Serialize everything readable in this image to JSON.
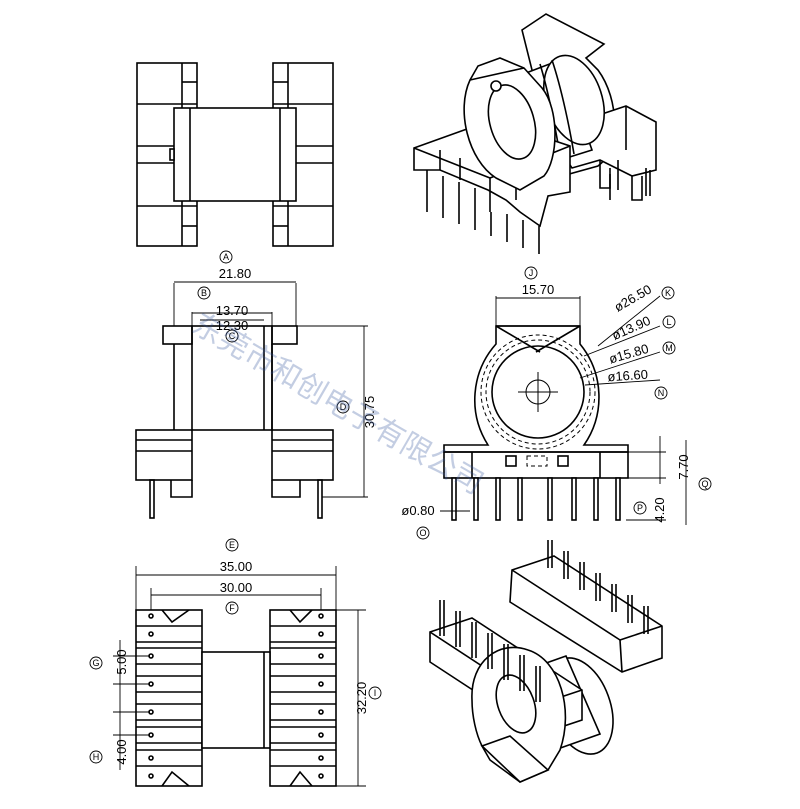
{
  "dimensions": {
    "width_21_80": "21.80",
    "width_13_70": "13.70",
    "width_12_30": "12.30",
    "height_30_75": "30.75",
    "width_15_70": "15.70",
    "dia_26_50": "ø26.50",
    "dia_13_90": "ø13.90",
    "dia_15_80": "ø15.80",
    "dia_16_60": "ø16.60",
    "height_7_70": "7.70",
    "height_4_20": "4.20",
    "pin_dia_0_80": "ø0.80",
    "width_35_00": "35.00",
    "width_30_00": "30.00",
    "pitch_5_00": "5.00",
    "pitch_4_00": "4.00",
    "height_32_20": "32.20"
  },
  "labels": {
    "A": "A",
    "B": "B",
    "C": "C",
    "D": "D",
    "E": "E",
    "F": "F",
    "G": "G",
    "H": "H",
    "I": "I",
    "J": "J",
    "K": "K",
    "L": "L",
    "M": "M",
    "N": "N",
    "O": "O",
    "P": "P",
    "Q": "Q"
  },
  "watermark": "东莞市和创电子有限公司",
  "colors": {
    "line": "#000000",
    "watermark": "#2d4f9a"
  }
}
